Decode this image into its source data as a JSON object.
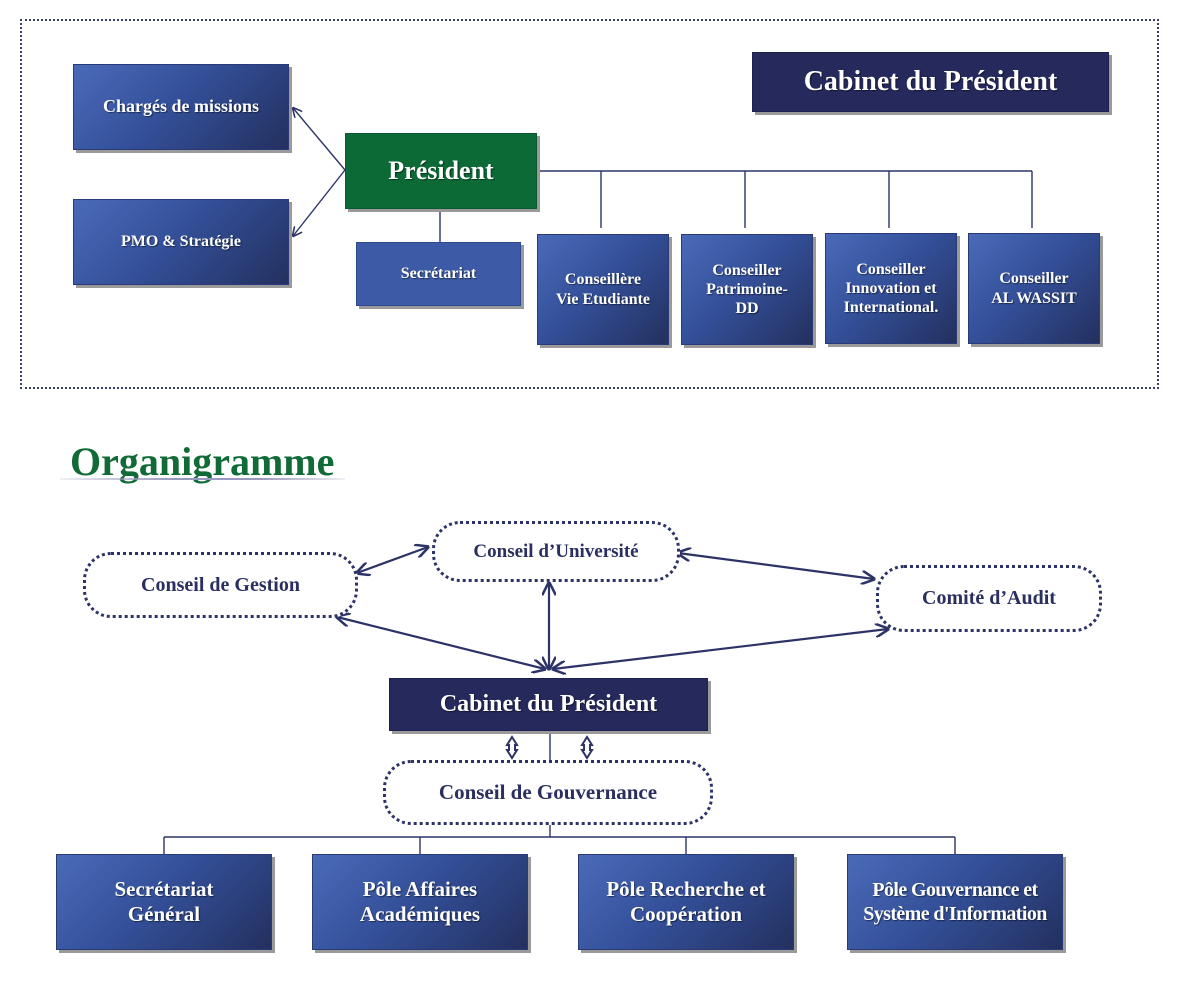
{
  "cabinet_panel": {
    "header": "Cabinet du Président",
    "president": "Président",
    "left_units": [
      "Chargés de missions",
      "PMO & Stratégie"
    ],
    "secretariat": "Secrétariat",
    "advisors": [
      [
        "Conseillère",
        "Vie Etudiante"
      ],
      [
        "Conseiller",
        "Patrimoine-",
        "DD"
      ],
      [
        "Conseiller",
        "Innovation et",
        "International."
      ],
      [
        "Conseiller",
        "AL WASSIT"
      ]
    ]
  },
  "organigramme": {
    "title": "Organigramme",
    "councils": {
      "gestion": "Conseil de Gestion",
      "universite": "Conseil d’Université",
      "audit": "Comité d’Audit",
      "gouvernance": "Conseil de Gouvernance"
    },
    "cabinet": "Cabinet du Président",
    "poles": [
      [
        "Secrétariat",
        "Général"
      ],
      [
        "Pôle Affaires",
        "Académiques"
      ],
      [
        "Pôle Recherche et",
        "Coopération"
      ],
      [
        "Pôle Gouvernance et",
        "Système d'Information"
      ]
    ]
  },
  "colors": {
    "navy": "#25295c",
    "green": "#0b6a36",
    "box_blue": "#3d5aa6",
    "title_green": "#116b37",
    "line": "#2d3366"
  }
}
